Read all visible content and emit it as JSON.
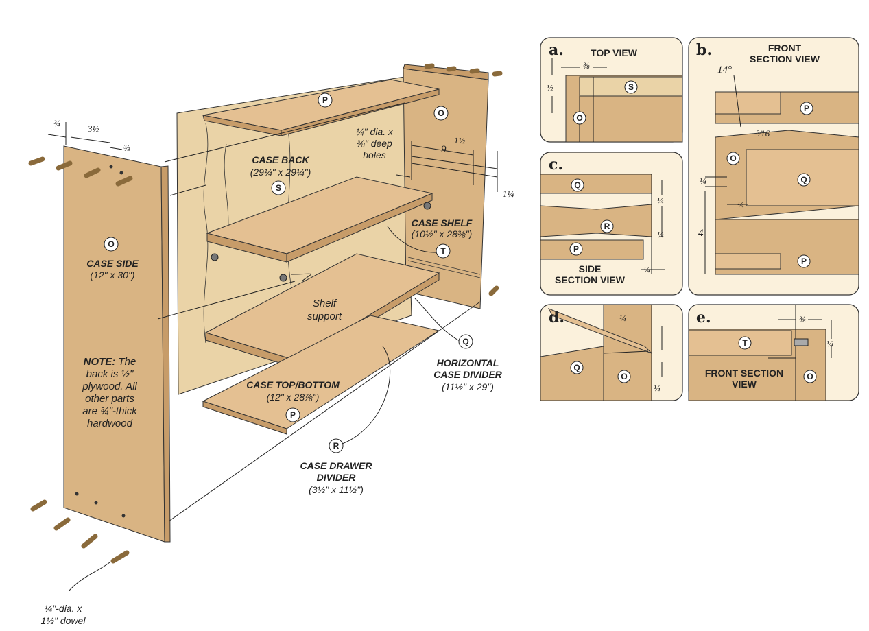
{
  "parts": {
    "O": "O",
    "P": "P",
    "Q": "Q",
    "R": "R",
    "S": "S",
    "T": "T"
  },
  "main": {
    "case_side": {
      "title": "CASE SIDE",
      "size": "(12\" x 30\")"
    },
    "case_back": {
      "title": "CASE BACK",
      "size": "(29¼\" x 29¼\")"
    },
    "case_shelf": {
      "title": "CASE SHELF",
      "size": "(10½\" x 28⅜\")"
    },
    "horizontal_divider": {
      "title_line1": "HORIZONTAL",
      "title_line2": "CASE DIVIDER",
      "size": "(11½\" x 29\")"
    },
    "case_top_bottom": {
      "title": "CASE TOP/BOTTOM",
      "size": "(12\" x 28⅞\")"
    },
    "drawer_divider": {
      "title_line1": "CASE DRAWER",
      "title_line2": "DIVIDER",
      "size": "(3½\" x 11½\")"
    },
    "shelf_support": {
      "line1": "Shelf",
      "line2": "support"
    },
    "holes_note": {
      "line1": "¼\" dia. x",
      "line2": "⅜\" deep",
      "line3": "holes"
    },
    "dowel_note": {
      "line1": "¼\"-dia. x",
      "line2": "1½\" dowel"
    },
    "note": {
      "bold": "NOTE:",
      "line1": " The",
      "line2": "back is ½\"",
      "line3": "plywood. All",
      "line4": "other parts",
      "line5": "are ¾\"-thick",
      "line6": "hardwood"
    },
    "dims": {
      "d34": "¾",
      "d312": "3½",
      "d38": "⅜",
      "d9": "9",
      "d112": "1½",
      "d114": "1¼"
    }
  },
  "details": {
    "a": {
      "letter": "a.",
      "title": "TOP VIEW",
      "dim1": "⅜",
      "dim2": "½"
    },
    "b": {
      "letter": "b.",
      "title_line1": "FRONT",
      "title_line2": "SECTION VIEW",
      "angle": "14°",
      "dim1": "³⁄16",
      "dim2": "¼",
      "dim3": "¼",
      "dim4": "4"
    },
    "c": {
      "letter": "c.",
      "title_line1": "SIDE",
      "title_line2": "SECTION VIEW",
      "dim1": "¼",
      "dim2": "¼",
      "dim3": "¼"
    },
    "d": {
      "letter": "d.",
      "dim1": "¼",
      "dim2": "¼"
    },
    "e": {
      "letter": "e.",
      "title_line1": "FRONT SECTION",
      "title_line2": "VIEW",
      "dim1": "⅜",
      "dim2": "¼"
    }
  }
}
